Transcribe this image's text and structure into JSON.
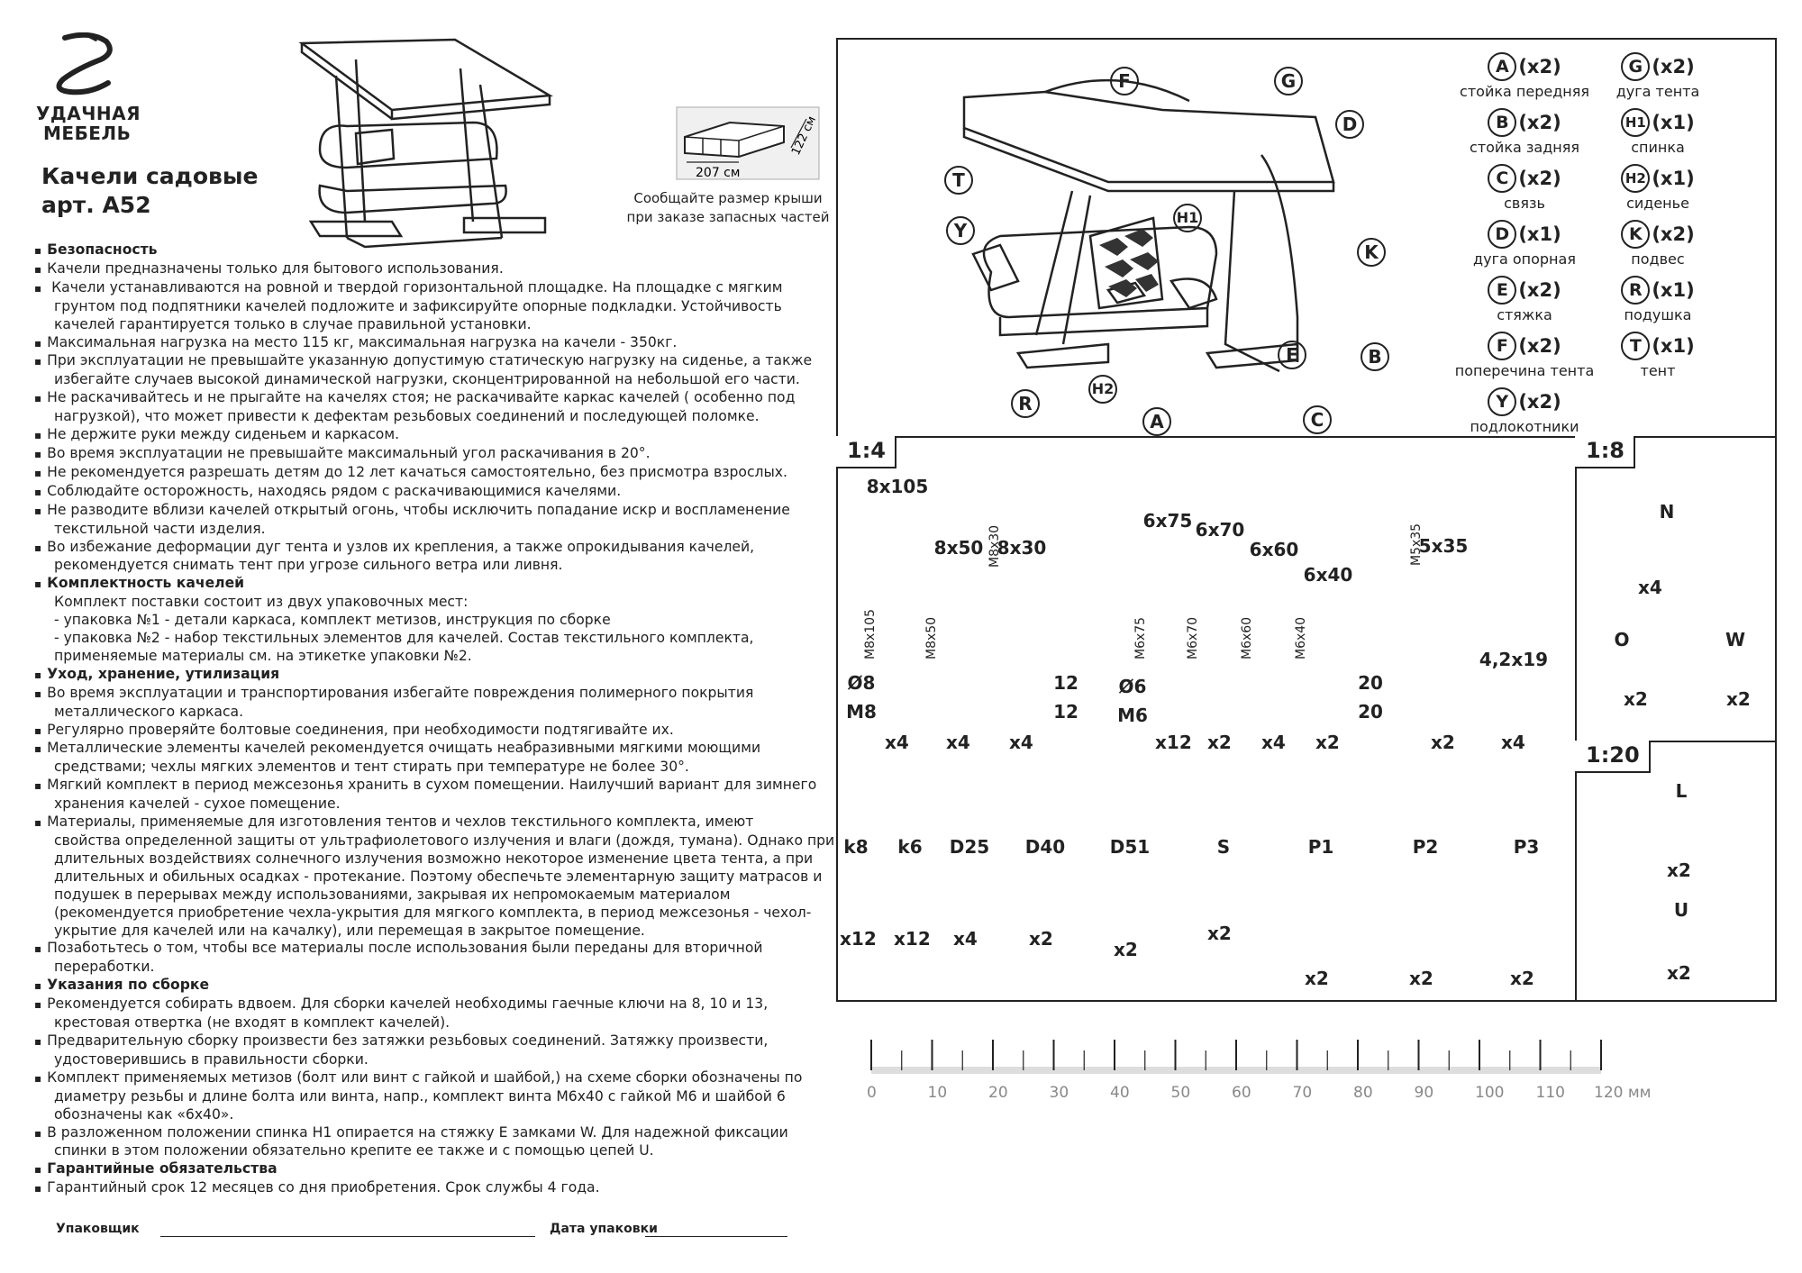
{
  "brand": {
    "line1": "УДАЧНАЯ",
    "line2": "МЕБЕЛЬ"
  },
  "title": {
    "line1": "Качели садовые",
    "line2": "арт. А52"
  },
  "roof": {
    "width": "207 см",
    "depth": "122 см",
    "note1": "Сообщайте размер крыши",
    "note2": "при заказе запасных частей"
  },
  "text_lines": [
    {
      "t": "Безопасность",
      "s": "head"
    },
    {
      "t": "Качели предназначены только для бытового использования.",
      "s": "bullet"
    },
    {
      "t": " Качели устанавливаются на ровной и твердой горизонтальной площадке. На площадке с мягким",
      "s": "bullet"
    },
    {
      "t": "грунтом под подпятники качелей подложите и зафиксируйте опорные подкладки. Устойчивость",
      "s": "pad"
    },
    {
      "t": "качелей гарантируется только в случае правильной установки.",
      "s": "pad"
    },
    {
      "t": "Максимальная нагрузка на место 115 кг, максимальная нагрузка на качели - 350кг.",
      "s": "bullet"
    },
    {
      "t": "При эксплуатации не превышайте указанную допустимую статическую нагрузку на сиденье, а также",
      "s": "bullet"
    },
    {
      "t": "избегайте случаев высокой динамической нагрузки, сконцентрированной на небольшой его части.",
      "s": "pad"
    },
    {
      "t": "Не раскачивайтесь и не прыгайте на качелях стоя; не раскачивайте каркас качелей ( особенно под",
      "s": "bullet"
    },
    {
      "t": "нагрузкой), что может привести к дефектам резьбовых соединений и последующей поломке.",
      "s": "pad"
    },
    {
      "t": "Не держите руки между сиденьем и каркасом.",
      "s": "bullet"
    },
    {
      "t": "Во время эксплуатации не превышайте максимальный угол раскачивания в 20°.",
      "s": "bullet"
    },
    {
      "t": "Не рекомендуется разрешать детям до 12 лет качаться самостоятельно, без присмотра взрослых.",
      "s": "bullet"
    },
    {
      "t": "Соблюдайте осторожность, находясь рядом с раскачивающимися качелями.",
      "s": "bullet"
    },
    {
      "t": "Не разводите вблизи качелей открытый огонь, чтобы исключить попадание искр и воспламенение",
      "s": "bullet"
    },
    {
      "t": "текстильной части изделия.",
      "s": "pad"
    },
    {
      "t": "Во избежание деформации дуг тента и узлов их крепления, а также опрокидывания качелей,",
      "s": "bullet"
    },
    {
      "t": "рекомендуется снимать тент при угрозе сильного ветра или ливня.",
      "s": "pad"
    },
    {
      "t": "Комплектность качелей",
      "s": "head"
    },
    {
      "t": "Комплект поставки  состоит из двух упаковочных мест:",
      "s": "pad"
    },
    {
      "t": "- упаковка №1 - детали каркаса, комплект метизов, инструкция по сборке",
      "s": "pad"
    },
    {
      "t": "- упаковка №2 - набор текстильных элементов для качелей. Состав текстильного комплекта,",
      "s": "pad"
    },
    {
      "t": "  применяемые материалы см. на этикетке упаковки №2.",
      "s": "pad"
    },
    {
      "t": "Уход, хранение, утилизация",
      "s": "head"
    },
    {
      "t": "Во время эксплуатации и транспортирования избегайте повреждения полимерного покрытия",
      "s": "bullet"
    },
    {
      "t": "металлического каркаса.",
      "s": "pad"
    },
    {
      "t": "Регулярно проверяйте болтовые соединения, при необходимости подтягивайте их.",
      "s": "bullet"
    },
    {
      "t": "Металлические элементы качелей рекомендуется очищать неабразивными мягкими моющими",
      "s": "bullet"
    },
    {
      "t": "средствами; чехлы мягких элементов и тент стирать при температуре не более 30°.",
      "s": "pad"
    },
    {
      "t": "Мягкий комплект в период межсезонья хранить в сухом помещении. Наилучший вариант для зимнего",
      "s": "bullet"
    },
    {
      "t": "хранения качелей - сухое помещение.",
      "s": "pad"
    },
    {
      "t": "Материалы, применяемые для  изготовления тентов и чехлов текстильного комплекта, имеют",
      "s": "bullet"
    },
    {
      "t": "свойства определенной защиты от ультрафиолетового излучения и влаги (дождя, тумана). Однако при",
      "s": "pad"
    },
    {
      "t": "длительных воздействиях солнечного излучения возможно некоторое изменение цвета тента, а при",
      "s": "pad"
    },
    {
      "t": "длительных и обильных осадках - протекание. Поэтому обеспечьте элементарную защиту матрасов и",
      "s": "pad"
    },
    {
      "t": "подушек в перерывах между использованиями, закрывая их непромокаемым материалом",
      "s": "pad"
    },
    {
      "t": "(рекомендуется приобретение чехла-укрытия для мягкого комплекта, в период межсезонья - чехол-",
      "s": "pad"
    },
    {
      "t": "укрытие для качелей или на качалку), или перемещая в закрытое помещение.",
      "s": "pad"
    },
    {
      "t": "Позаботьтесь о том, чтобы все материалы после использования были переданы для вторичной",
      "s": "bullet"
    },
    {
      "t": "переработки.",
      "s": "pad"
    },
    {
      "t": "Указания по сборке",
      "s": "head"
    },
    {
      "t": "Рекомендуется собирать вдвоем. Для сборки качелей необходимы гаечные ключи на 8, 10 и 13,",
      "s": "bullet"
    },
    {
      "t": "крестовая отвертка (не входят в комплект качелей).",
      "s": "pad"
    },
    {
      "t": "Предварительную сборку произвести без затяжки резьбовых соединений. Затяжку произвести,",
      "s": "bullet"
    },
    {
      "t": "удостоверившись в правильности сборки.",
      "s": "pad"
    },
    {
      "t": "Комплект применяемых метизов (болт или винт с гайкой и шайбой,) на схеме сборки обозначены по",
      "s": "bullet"
    },
    {
      "t": "диаметру резьбы и длине болта или винта, напр., комплект винта М6х40 с гайкой М6 и шайбой 6",
      "s": "pad"
    },
    {
      "t": "обозначены как «6х40».",
      "s": "pad"
    },
    {
      "t": "В разложенном положении спинка Н1 опирается на стяжку Е замками W.  Для надежной фиксации",
      "s": "bullet"
    },
    {
      "t": "спинки в этом положении обязательно крепите ее также и с помощью цепей U.",
      "s": "pad"
    },
    {
      "t": "Гарантийные обязательства",
      "s": "head"
    },
    {
      "t": "Гарантийный срок 12 месяцев со дня приобретения. Срок службы 4 года.",
      "s": "bullet"
    }
  ],
  "signature": {
    "packer": "Упаковщик",
    "date": "Дата упаковки"
  },
  "callouts": [
    "F",
    "G",
    "D",
    "T",
    "Y",
    "H1",
    "K",
    "E",
    "B",
    "R",
    "H2",
    "A",
    "C"
  ],
  "legend": [
    {
      "code": "A",
      "count": "(x2)",
      "name": "стойка передняя"
    },
    {
      "code": "G",
      "count": "(x2)",
      "name": "дуга тента"
    },
    {
      "code": "B",
      "count": "(x2)",
      "name": "стойка задняя"
    },
    {
      "code": "H1",
      "count": "(x1)",
      "name": "спинка"
    },
    {
      "code": "C",
      "count": "(x2)",
      "name": "связь"
    },
    {
      "code": "H2",
      "count": "(x1)",
      "name": "сиденье"
    },
    {
      "code": "D",
      "count": "(x1)",
      "name": "дуга опорная"
    },
    {
      "code": "K",
      "count": "(x2)",
      "name": "подвес"
    },
    {
      "code": "E",
      "count": "(x2)",
      "name": "стяжка"
    },
    {
      "code": "R",
      "count": "(x1)",
      "name": "подушка"
    },
    {
      "code": "F",
      "count": "(x2)",
      "name": "поперечина тента"
    },
    {
      "code": "T",
      "count": "(x1)",
      "name": "тент"
    },
    {
      "code": "Y",
      "count": "(x2)",
      "name": "подлокотники"
    }
  ],
  "scales": {
    "s1": "1:4",
    "s2": "1:8",
    "s3": "1:20"
  },
  "hardware": {
    "bolts": [
      {
        "size": "8x105",
        "mark": "M8x105",
        "count": "x4"
      },
      {
        "size": "8x50",
        "mark": "M8x50",
        "count": "x4"
      },
      {
        "size": "8x30",
        "mark": "M8x30",
        "count": "x4"
      },
      {
        "size": "6x75",
        "mark": "M6x75",
        "count": "x12"
      },
      {
        "size": "6x70",
        "mark": "M6x70",
        "count": "x2"
      },
      {
        "size": "6x60",
        "mark": "M6x60",
        "count": "x4"
      },
      {
        "size": "6x40",
        "mark": "M6x40",
        "count": "x2"
      },
      {
        "size": "5x35",
        "mark": "M5x35",
        "count": "x2"
      },
      {
        "size": "4,2x19",
        "mark": "",
        "count": "x4"
      }
    ],
    "washer8": "Ø8",
    "nut8": "M8",
    "w8count": "12",
    "n8count": "12",
    "washer6": "Ø6",
    "nut6": "M6",
    "w6count": "20",
    "n6count": "20"
  },
  "parts_small": [
    {
      "name": "N",
      "count": "x4"
    },
    {
      "name": "O",
      "count": "x2"
    },
    {
      "name": "W",
      "count": "x2"
    }
  ],
  "parts_large": [
    {
      "name": "L",
      "count": "x2"
    },
    {
      "name": "U",
      "count": "x2"
    }
  ],
  "plugs": [
    {
      "name": "k8",
      "count": "x12"
    },
    {
      "name": "k6",
      "count": "x12"
    },
    {
      "name": "D25",
      "count": "x4"
    },
    {
      "name": "D40",
      "count": "x2"
    },
    {
      "name": "D51",
      "count": "x2"
    },
    {
      "name": "S",
      "count": "x2"
    },
    {
      "name": "P1",
      "count": "x2"
    },
    {
      "name": "P2",
      "count": "x2"
    },
    {
      "name": "P3",
      "count": "x2"
    }
  ],
  "ruler": {
    "labels": [
      "0",
      "10",
      "20",
      "30",
      "40",
      "50",
      "60",
      "70",
      "80",
      "90",
      "100",
      "110",
      "120 мм"
    ]
  }
}
